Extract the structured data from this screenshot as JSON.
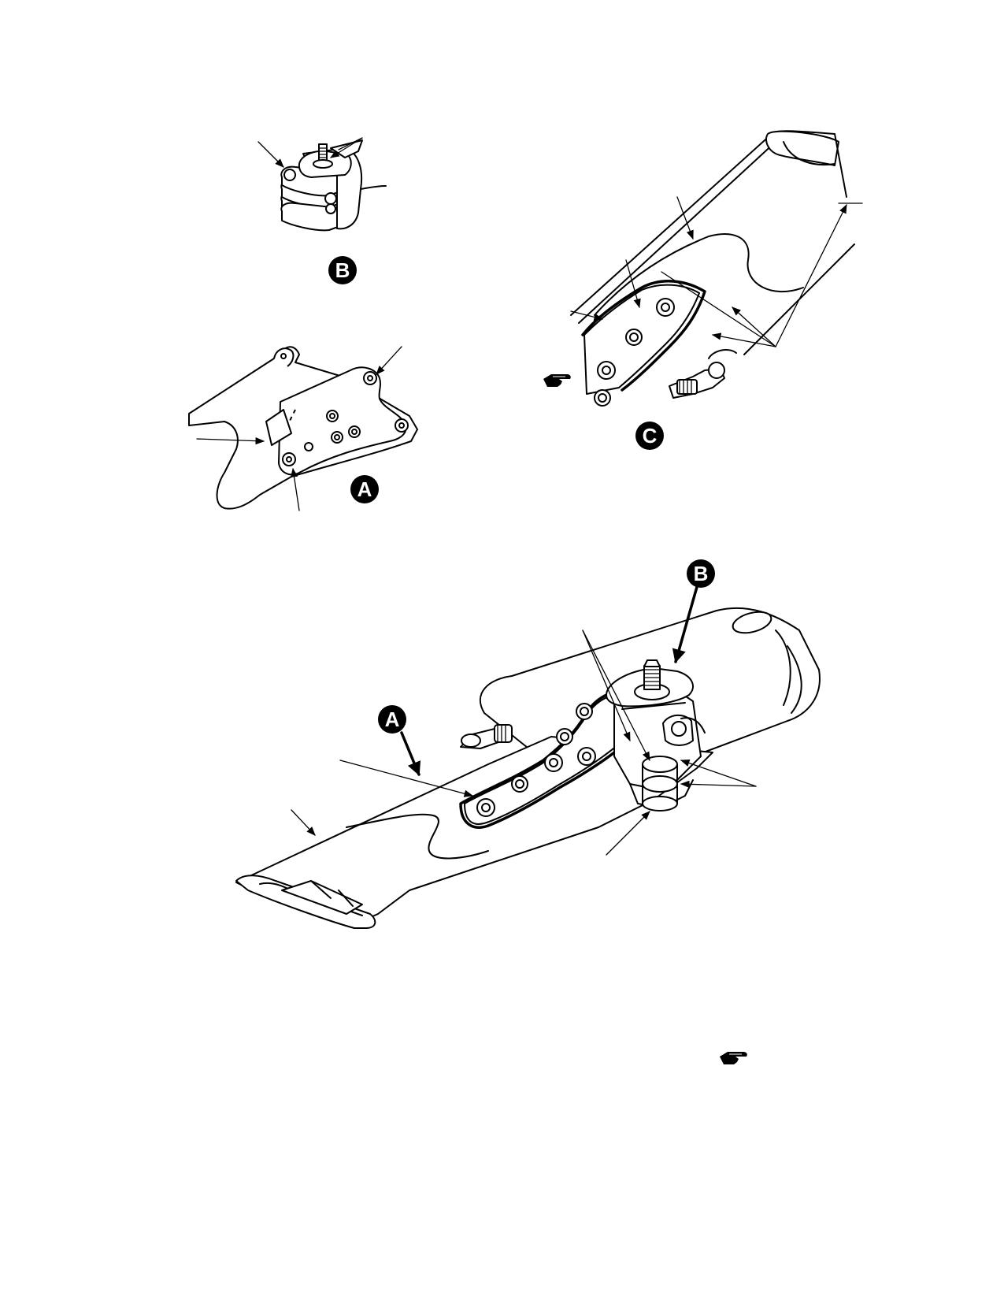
{
  "detail_labels": {
    "a": "A",
    "b": "B",
    "c": "C"
  },
  "callout_labels": {
    "a": "A",
    "b": "B"
  },
  "icons": [
    "pointing-hand-icon"
  ],
  "colors": {
    "ink": "#000000",
    "paper": "#ffffff"
  }
}
